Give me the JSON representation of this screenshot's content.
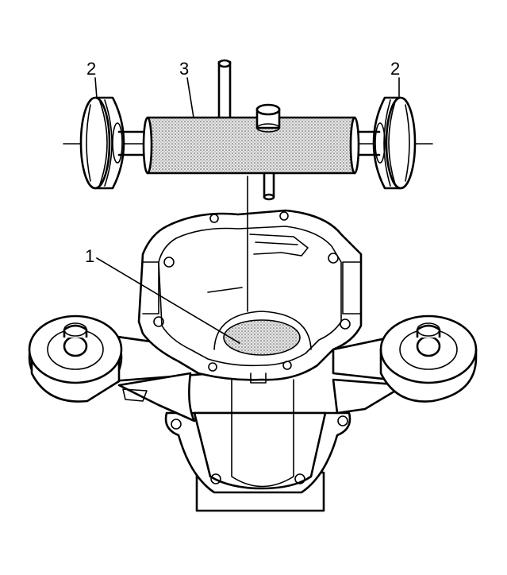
{
  "diagram": {
    "callouts": [
      {
        "id": "1",
        "label": "1"
      },
      {
        "id": "2-left",
        "label": "2"
      },
      {
        "id": "3",
        "label": "3"
      },
      {
        "id": "2-right",
        "label": "2"
      }
    ],
    "colors": {
      "line": "#000000",
      "background": "#ffffff",
      "hatch_fill": "#dcdcdc"
    }
  }
}
